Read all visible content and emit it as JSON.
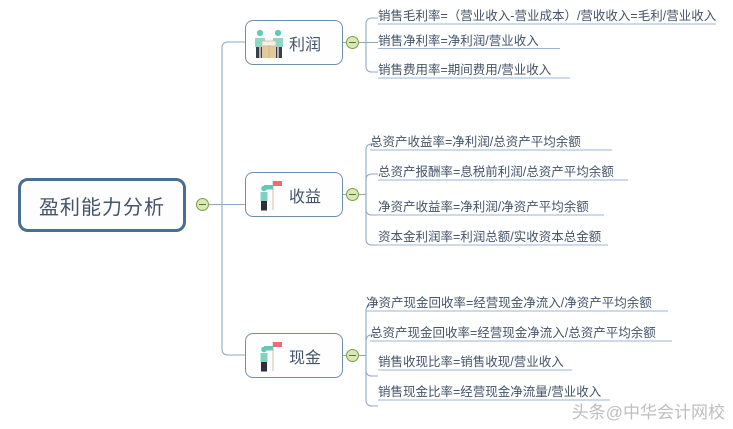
{
  "diagram": {
    "title": "盈利能力分析",
    "type": "mind-map",
    "colors": {
      "root_border": "#4a6d92",
      "node_border": "#6f8eab",
      "text": "#44546a",
      "connector": "#8fa9c4",
      "collapse_fill": "#d8e8b8",
      "collapse_stroke": "#7a9f3f",
      "underline": "#9ab6d4"
    },
    "root": {
      "label": "盈利能力分析"
    },
    "branches": [
      {
        "label": "利润",
        "icon": "two-people-with-box-icon",
        "leaves": [
          {
            "text": "销售毛利率=（营业收入-营业成本）/营收收入=毛利/营业收入"
          },
          {
            "text": "销售净利率=净利润/营业收入"
          },
          {
            "text": "销售费用率=期间费用/营业收入"
          }
        ]
      },
      {
        "label": "收益",
        "icon": "person-with-flag-icon",
        "leaves": [
          {
            "text": "总资产收益率=净利润/总资产平均余额"
          },
          {
            "text": "总资产报酬率=息税前利润/总资产平均余额"
          },
          {
            "text": "净资产收益率=净利润/净资产平均余额"
          },
          {
            "text": "资本金利润率=利润总额/实收资本总金额"
          }
        ]
      },
      {
        "label": "现金",
        "icon": "person-with-flag-icon",
        "leaves": [
          {
            "text": "净资产现金回收率=经营现金净流入/净资产平均余额"
          },
          {
            "text": "总资产现金回收率=经营现金净流入/总资产平均余额"
          },
          {
            "text": "销售收现比率=销售收现/营业收入"
          },
          {
            "text": "销售现金比率=经营现金净流量/营业收入"
          }
        ]
      }
    ],
    "watermark": "头条@中华会计网校"
  }
}
